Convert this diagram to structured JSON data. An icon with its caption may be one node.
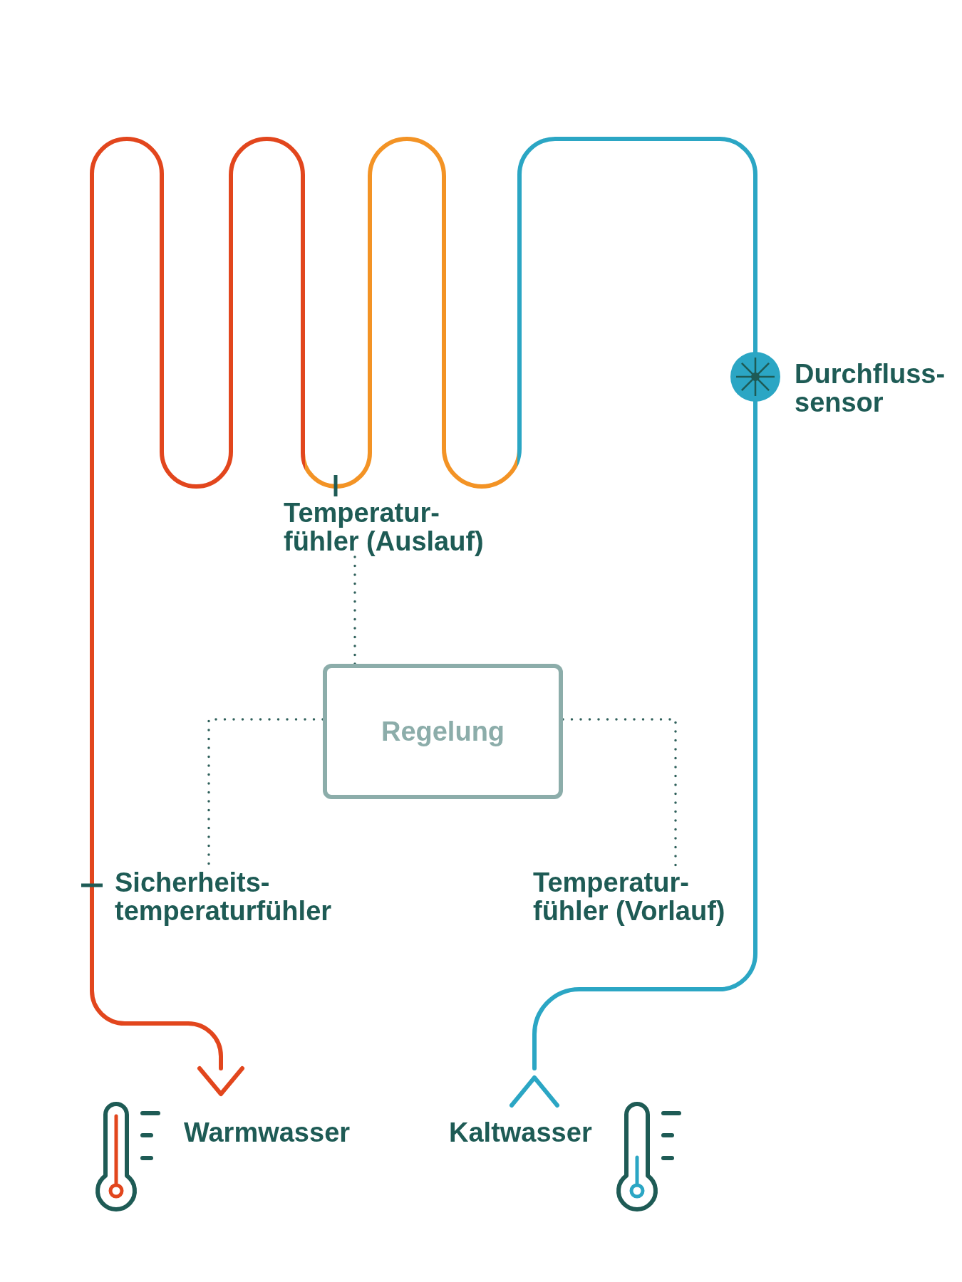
{
  "diagram": {
    "nodes": [
      {
        "text": [
          "Temperatur- fühler (Auslauf)"
        ]
      },
      {
        "text": [
          "Regelung"
        ]
      },
      {
        "text": [
          "Sicherheits- temperaturfühler"
        ]
      },
      {
        "text": [
          "Temperatur- fühler (Vorlauf)"
        ]
      },
      {
        "text": [
          "Warmwasser"
        ]
      },
      {
        "text": [
          "Kaltwasser"
        ]
      }
    ],
    "edges": [
      {
        "from": 1,
        "to": 0,
        "arrow": "none",
        "style": "dashed"
      },
      {
        "from": 1,
        "to": 2,
        "arrow": "none",
        "style": "dashed"
      },
      {
        "from": 1,
        "to": 3,
        "arrow": "none",
        "style": "dashed"
      },
      {
        "from": 5,
        "to": 4,
        "arrow": "to"
      }
    ],
    "labels": [
      "Durchfluss- sensor"
    ]
  }
}
